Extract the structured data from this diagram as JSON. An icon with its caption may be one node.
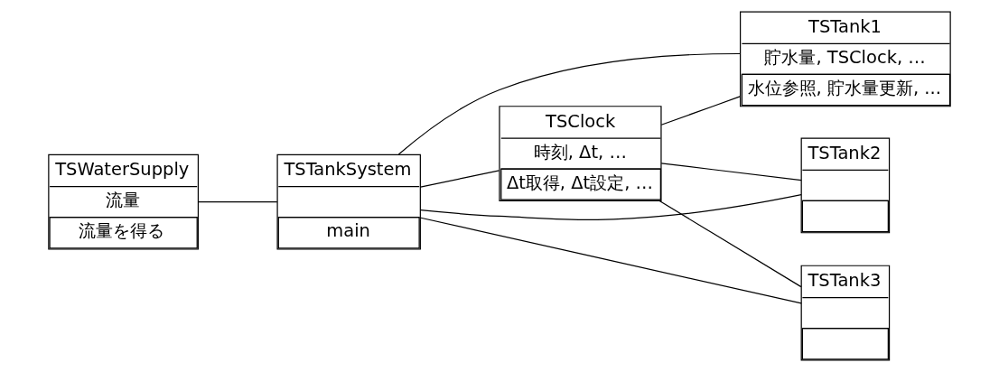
{
  "diagram": {
    "nodes": [
      {
        "text": [
          "TSWaterSupply",
          "流量",
          "流量を得る"
        ]
      },
      {
        "text": [
          "TSTankSystem",
          "main"
        ]
      },
      {
        "text": [
          "TSTank1",
          "貯水量, TSClock, …",
          "水位参照, 貯水量更新, ..."
        ]
      },
      {
        "text": [
          "TSClock",
          "時刻, Δt, …",
          "Δt取得, Δt設定, …"
        ]
      },
      {
        "text": [
          "TSTank2"
        ]
      },
      {
        "text": [
          "TSTank3"
        ]
      }
    ],
    "edges": [
      {
        "from": 0,
        "to": 1,
        "arrow": "none"
      },
      {
        "from": 1,
        "to": 2,
        "arrow": "none"
      },
      {
        "from": 1,
        "to": 4,
        "arrow": "none"
      },
      {
        "from": 1,
        "to": 5,
        "arrow": "none"
      },
      {
        "from": 1,
        "to": 3,
        "arrow": "none"
      },
      {
        "from": 3,
        "to": 2,
        "arrow": "none"
      },
      {
        "from": 3,
        "to": 4,
        "arrow": "none"
      },
      {
        "from": 3,
        "to": 5,
        "arrow": "none"
      }
    ]
  }
}
